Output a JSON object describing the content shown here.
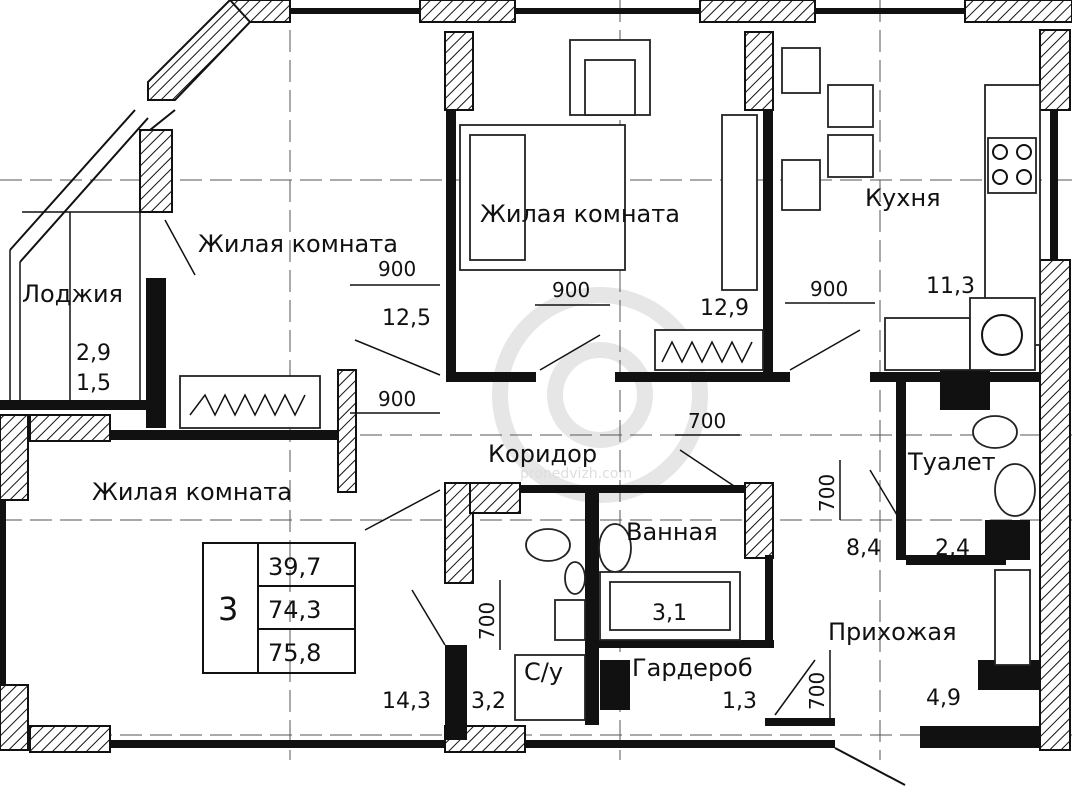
{
  "plan": {
    "rooms": {
      "living_room_1": {
        "name": "Жилая комната",
        "area": "12,5"
      },
      "living_room_2": {
        "name": "Жилая комната",
        "area": "12,9"
      },
      "living_room_3": {
        "name": "Жилая комната",
        "area": "14,3"
      },
      "kitchen": {
        "name": "Кухня",
        "area": "11,3"
      },
      "loggia": {
        "name": "Лоджия",
        "area": "2,9",
        "area_reduced": "1,5"
      },
      "corridor": {
        "name": "Коридор",
        "area": "8,4"
      },
      "bathroom": {
        "name": "Ванная",
        "area": "3,1"
      },
      "toilet": {
        "name": "Туалет",
        "area": "2,4"
      },
      "hallway": {
        "name": "Прихожая",
        "area": "4,9"
      },
      "wardrobe": {
        "name": "Гардероб",
        "area": "1,3"
      },
      "wc_combined": {
        "name": "С/у",
        "area": "3,2"
      }
    },
    "door_widths": [
      "900",
      "900",
      "900",
      "900",
      "700",
      "700",
      "700",
      "700"
    ],
    "summary": {
      "rooms_count": "3",
      "living_area": "39,7",
      "total_area": "74,3",
      "total_area_with_loggia": "75,8"
    },
    "watermark": "pronedvizh.com"
  }
}
